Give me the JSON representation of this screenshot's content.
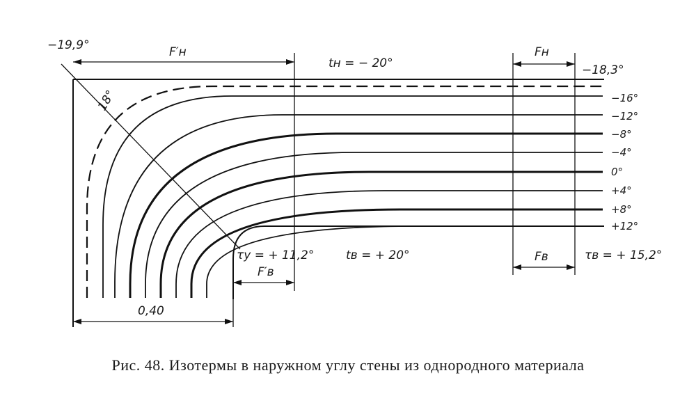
{
  "labels": {
    "corner_outer_temp": "−19,9°",
    "f_outer_prime": "F′н",
    "t_outer": "tн = − 20°",
    "f_outer": "Fн",
    "edge_outer_temp": "−18,3°",
    "diag_temp": "18°",
    "tau_corner": "τу = + 11,2°",
    "f_inner_prime": "F′в",
    "t_inner": "tв = + 20°",
    "f_inner": "Fв",
    "tau_wall": "τв = + 15,2°",
    "thickness": "0,40"
  },
  "isotherms": [
    {
      "label": "−16°",
      "style": "thin"
    },
    {
      "label": "−12°",
      "style": "thin"
    },
    {
      "label": "−8°",
      "style": "bold"
    },
    {
      "label": "−4°",
      "style": "thin"
    },
    {
      "label": "0°",
      "style": "bold"
    },
    {
      "label": "+4°",
      "style": "thin"
    },
    {
      "label": "+8°",
      "style": "bold"
    },
    {
      "label": "+12°",
      "style": "thin"
    }
  ],
  "caption": "Рис. 48. Изотермы в наружном углу стены из однородного материала"
}
